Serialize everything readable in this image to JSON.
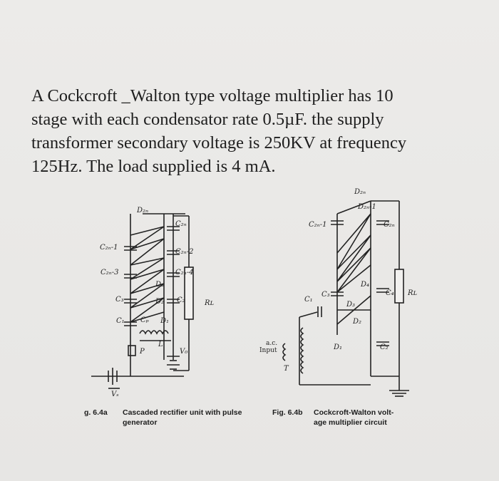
{
  "question": {
    "lines": [
      "A Cockcroft _Walton type voltage multiplier has 10",
      "stage with each condensator rate 0.5µF. the supply",
      "transformer secondary voltage is 250KV at frequency",
      "125Hz. The load supplied is 4 mA."
    ]
  },
  "figure_a": {
    "labels": {
      "d2n": "D₂ₙ",
      "c2n": "C₂ₙ",
      "c2n_1": "C₂ₙ-1",
      "c2n_2": "C₂ₙ-2",
      "c2n_3": "C₂ₙ-3",
      "c2n_4": "C₂ₙ-4",
      "d3": "D₃",
      "c3": "C₃",
      "d2": "D₂",
      "c2": "C₂",
      "c1": "C₁",
      "cp": "Cₚ",
      "d1": "D₁",
      "l": "L",
      "p": "P",
      "vo": "V₀",
      "rl": "Rʟ",
      "vs": "Vₛ"
    },
    "caption_num": "g. 6.4a",
    "caption_text_1": "Cascaded rectifier unit with pulse",
    "caption_text_2": "generator"
  },
  "figure_b": {
    "labels": {
      "d2n": "D₂ₙ",
      "d2n_1": "D₂ₙ-1",
      "c2n": "C₂ₙ",
      "c2n_1": "C₂ₙ-1",
      "d4": "D₄",
      "c4": "C₄",
      "rl": "Rʟ",
      "c3": "C₃",
      "c1": "C₁",
      "d3": "D₃",
      "d2": "D₂",
      "d1": "D₁",
      "c2": "C₂",
      "ac_1": "a.c.",
      "ac_2": "Input",
      "t": "T"
    },
    "caption_num": "Fig. 6.4b",
    "caption_text_1": "Cockcroft-Walton volt-",
    "caption_text_2": "age multiplier circuit"
  }
}
